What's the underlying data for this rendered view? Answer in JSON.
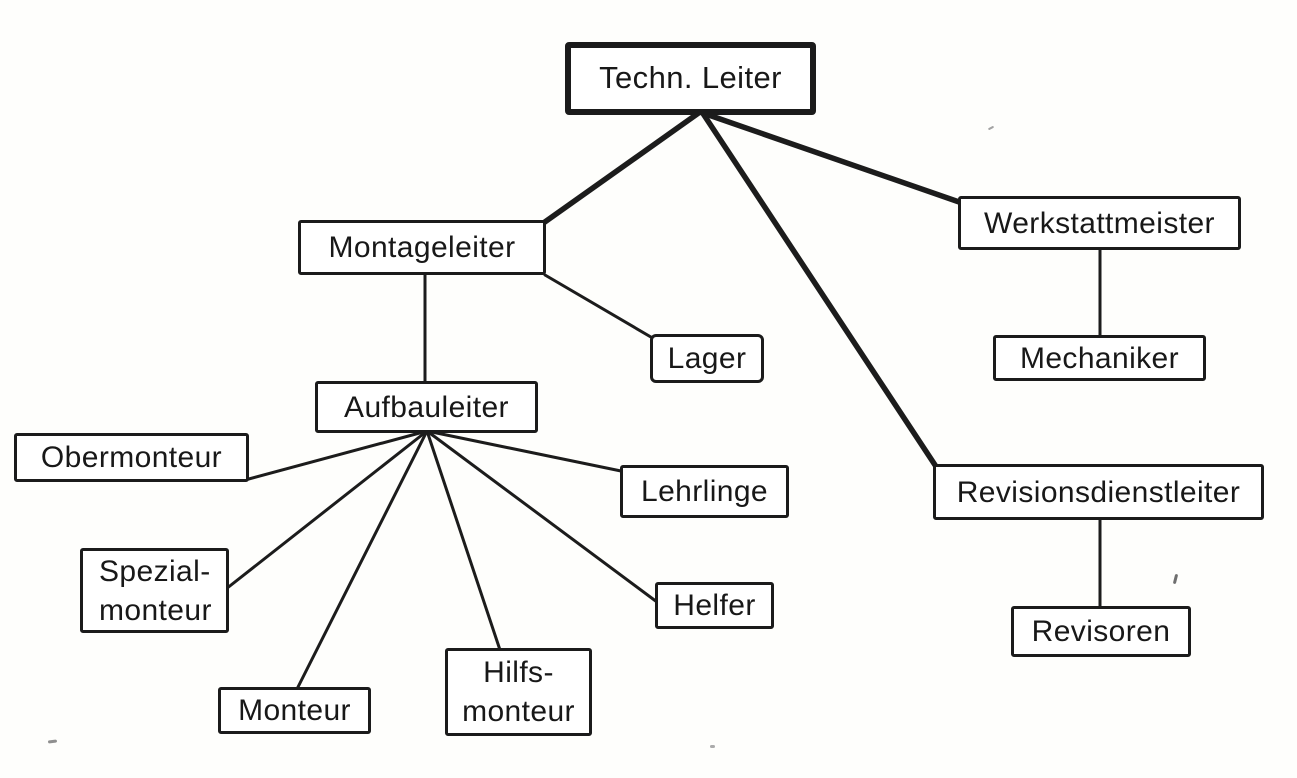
{
  "diagram": {
    "type": "org-chart",
    "language": "de",
    "colors": {
      "ink": "#1b1b1b",
      "paper": "#fefefc",
      "node_fill": "#ffffff"
    },
    "nodes": [
      {
        "id": "techn-leiter",
        "label": "Techn. Leiter",
        "emphasized": true
      },
      {
        "id": "montageleiter",
        "label": "Montageleiter",
        "emphasized": false
      },
      {
        "id": "werkstattmeister",
        "label": "Werkstattmeister",
        "emphasized": false
      },
      {
        "id": "lager",
        "label": "Lager",
        "emphasized": false
      },
      {
        "id": "mechaniker",
        "label": "Mechaniker",
        "emphasized": false
      },
      {
        "id": "aufbauleiter",
        "label": "Aufbauleiter",
        "emphasized": false
      },
      {
        "id": "obermonteur",
        "label": "Obermonteur",
        "emphasized": false
      },
      {
        "id": "spezialmonteur",
        "label": "Spezial-\nmonteur",
        "emphasized": false
      },
      {
        "id": "monteur",
        "label": "Monteur",
        "emphasized": false
      },
      {
        "id": "hilfsmonteur",
        "label": "Hilfs-\nmonteur",
        "emphasized": false
      },
      {
        "id": "helfer",
        "label": "Helfer",
        "emphasized": false
      },
      {
        "id": "lehrlinge",
        "label": "Lehrlinge",
        "emphasized": false
      },
      {
        "id": "revisionsdienstleiter",
        "label": "Revisionsdienstleiter",
        "emphasized": false
      },
      {
        "id": "revisoren",
        "label": "Revisoren",
        "emphasized": false
      }
    ],
    "edges": [
      {
        "from": "techn-leiter",
        "to": "montageleiter",
        "weight": "thick"
      },
      {
        "from": "techn-leiter",
        "to": "werkstattmeister",
        "weight": "thick"
      },
      {
        "from": "techn-leiter",
        "to": "revisionsdienstleiter",
        "weight": "thick"
      },
      {
        "from": "montageleiter",
        "to": "aufbauleiter",
        "weight": "thin"
      },
      {
        "from": "montageleiter",
        "to": "lager",
        "weight": "thin"
      },
      {
        "from": "werkstattmeister",
        "to": "mechaniker",
        "weight": "thin"
      },
      {
        "from": "aufbauleiter",
        "to": "obermonteur",
        "weight": "thin"
      },
      {
        "from": "aufbauleiter",
        "to": "spezialmonteur",
        "weight": "thin"
      },
      {
        "from": "aufbauleiter",
        "to": "monteur",
        "weight": "thin"
      },
      {
        "from": "aufbauleiter",
        "to": "hilfsmonteur",
        "weight": "thin"
      },
      {
        "from": "aufbauleiter",
        "to": "helfer",
        "weight": "thin"
      },
      {
        "from": "aufbauleiter",
        "to": "lehrlinge",
        "weight": "thin"
      },
      {
        "from": "revisionsdienstleiter",
        "to": "revisoren",
        "weight": "thin"
      }
    ]
  }
}
